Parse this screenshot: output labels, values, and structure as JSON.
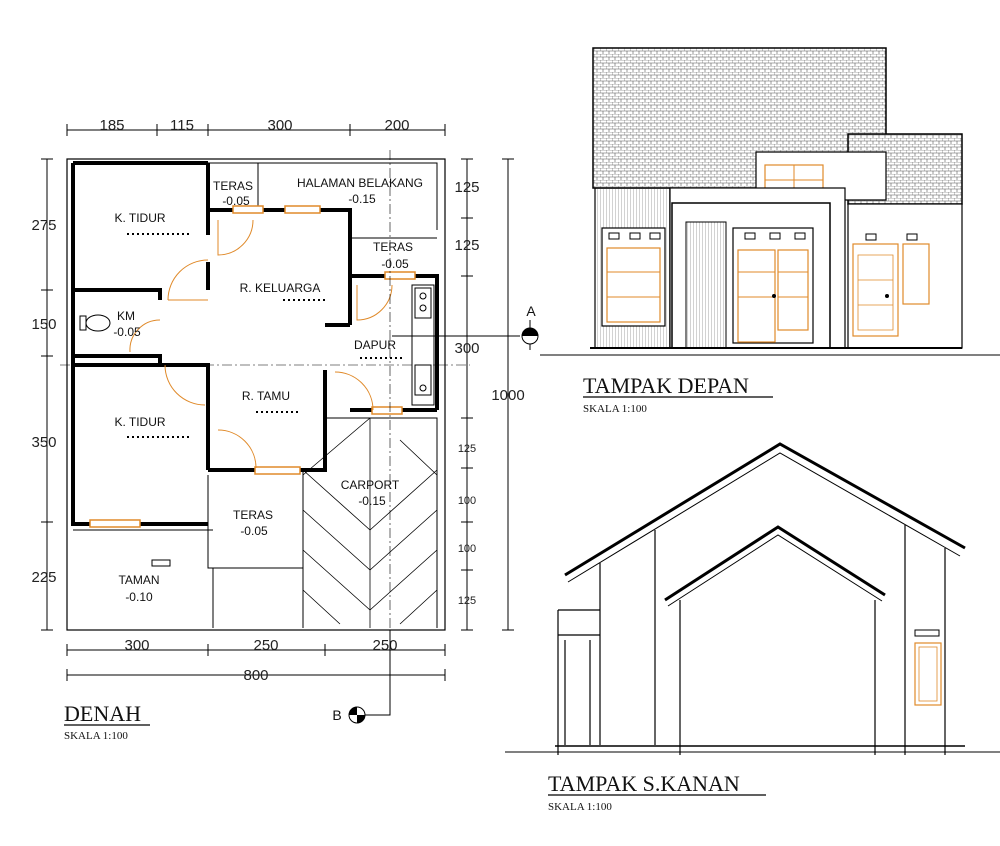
{
  "plan": {
    "title": "DENAH",
    "scale": "SKALA 1:100",
    "dims_top": [
      "185",
      "115",
      "300",
      "200"
    ],
    "dims_bottom": [
      "300",
      "250",
      "250"
    ],
    "dim_total_width": "800",
    "dims_left": [
      "275",
      "150",
      "350",
      "225"
    ],
    "dims_right_inner": [
      "125",
      "125"
    ],
    "dim_right_300": "300",
    "dims_right_carport": [
      "125",
      "100",
      "100",
      "125"
    ],
    "dim_total_height": "1000",
    "rooms": {
      "tidur1": {
        "name": "K. TIDUR"
      },
      "teras_back": {
        "name": "TERAS",
        "level": "-0.05"
      },
      "halaman": {
        "name": "HALAMAN BELAKANG",
        "level": "-0.15"
      },
      "teras_side": {
        "name": "TERAS",
        "level": "-0.05"
      },
      "keluarga": {
        "name": "R. KELUARGA"
      },
      "km": {
        "name": "KM",
        "level": "-0.05"
      },
      "dapur": {
        "name": "DAPUR"
      },
      "tidur2": {
        "name": "K. TIDUR"
      },
      "tamu": {
        "name": "R. TAMU"
      },
      "carport": {
        "name": "CARPORT",
        "level": "-0.15"
      },
      "teras_front": {
        "name": "TERAS",
        "level": "-0.05"
      },
      "taman": {
        "name": "TAMAN",
        "level": "-0.10"
      }
    },
    "section_a": "A",
    "section_b": "B"
  },
  "front": {
    "title": "TAMPAK DEPAN",
    "scale": "SKALA 1:100"
  },
  "side": {
    "title": "TAMPAK S.KANAN",
    "scale": "SKALA 1:100"
  }
}
